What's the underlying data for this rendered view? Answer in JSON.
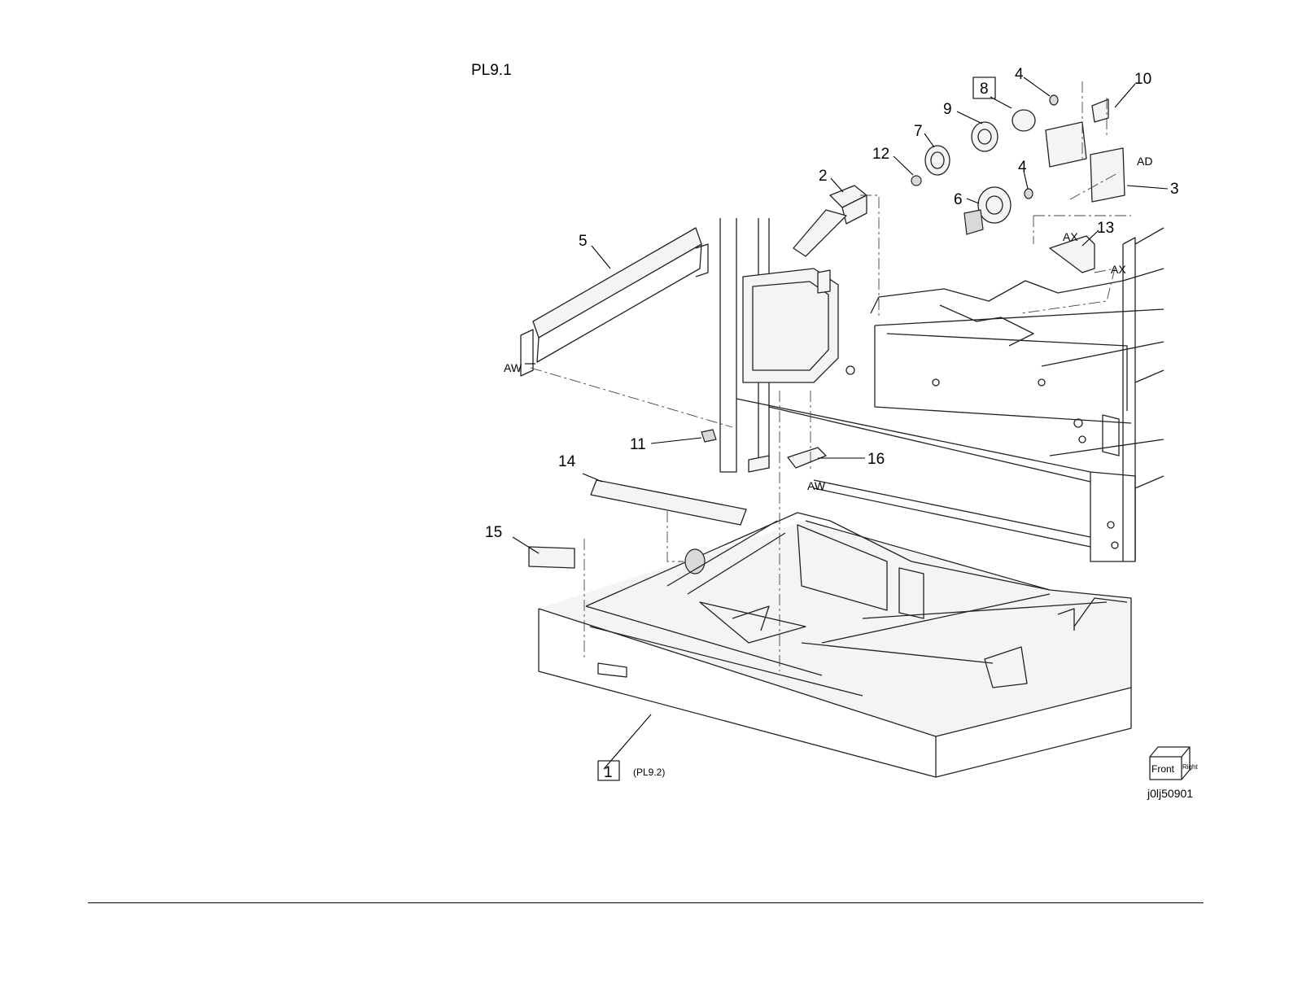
{
  "figure": {
    "title": "PL9.1",
    "figure_id": "j0lj50901",
    "part_callouts": [
      {
        "id": "c1",
        "text": "1",
        "boxed": true
      },
      {
        "id": "c2",
        "text": "2",
        "boxed": false
      },
      {
        "id": "c3",
        "text": "3",
        "boxed": false
      },
      {
        "id": "c4a",
        "text": "4",
        "boxed": false
      },
      {
        "id": "c4b",
        "text": "4",
        "boxed": false
      },
      {
        "id": "c5",
        "text": "5",
        "boxed": false
      },
      {
        "id": "c6",
        "text": "6",
        "boxed": false
      },
      {
        "id": "c7",
        "text": "7",
        "boxed": false
      },
      {
        "id": "c8",
        "text": "8",
        "boxed": true
      },
      {
        "id": "c9",
        "text": "9",
        "boxed": false
      },
      {
        "id": "c10",
        "text": "10",
        "boxed": false
      },
      {
        "id": "c11",
        "text": "11",
        "boxed": false
      },
      {
        "id": "c12",
        "text": "12",
        "boxed": false
      },
      {
        "id": "c13",
        "text": "13",
        "boxed": false
      },
      {
        "id": "c14",
        "text": "14",
        "boxed": false
      },
      {
        "id": "c15",
        "text": "15",
        "boxed": false
      },
      {
        "id": "c16",
        "text": "16",
        "boxed": false
      }
    ],
    "reference_note": "(PL9.2)",
    "connection_marks": [
      {
        "id": "ad",
        "text": "AD"
      },
      {
        "id": "ax1",
        "text": "AX"
      },
      {
        "id": "ax2",
        "text": "AX"
      },
      {
        "id": "aw1",
        "text": "AW"
      },
      {
        "id": "aw2",
        "text": "AW"
      }
    ],
    "orientation_cube": {
      "front": "Front",
      "right": "Right"
    }
  }
}
